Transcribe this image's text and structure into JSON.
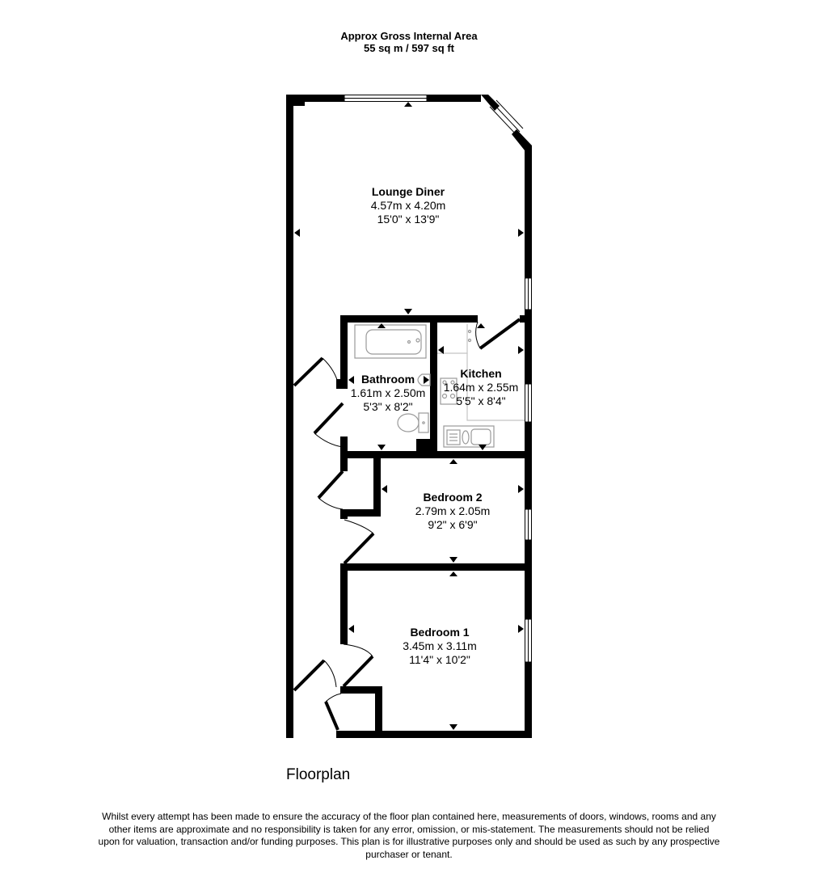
{
  "header": {
    "title": "Approx Gross Internal Area",
    "area": "55 sq m / 597 sq ft"
  },
  "rooms": [
    {
      "name": "Lounge Diner",
      "metric": "4.57m x 4.20m",
      "imperial": "15'0\" x 13'9\""
    },
    {
      "name": "Bathroom",
      "metric": "1.61m x 2.50m",
      "imperial": "5'3\" x 8'2\""
    },
    {
      "name": "Kitchen",
      "metric": "1.64m x 2.55m",
      "imperial": "5'5\" x 8'4\""
    },
    {
      "name": "Bedroom 2",
      "metric": "2.79m x 2.05m",
      "imperial": "9'2\" x 6'9\""
    },
    {
      "name": "Bedroom 1",
      "metric": "3.45m x 3.11m",
      "imperial": "11'4\" x 10'2\""
    }
  ],
  "floor_label": "Floorplan",
  "disclaimer": "Whilst every attempt has been made to ensure the accuracy of the floor plan contained here, measurements of doors, windows, rooms and any other items are approximate and no responsibility is taken for any error, omission, or mis-statement. The measurements should not be relied upon for valuation, transaction and/or funding purposes. This plan is for illustrative purposes only and should be used as such by any prospective purchaser or tenant.",
  "colors": {
    "wall": "#000000",
    "fixture": "#9a9a9a",
    "background": "#ffffff"
  }
}
